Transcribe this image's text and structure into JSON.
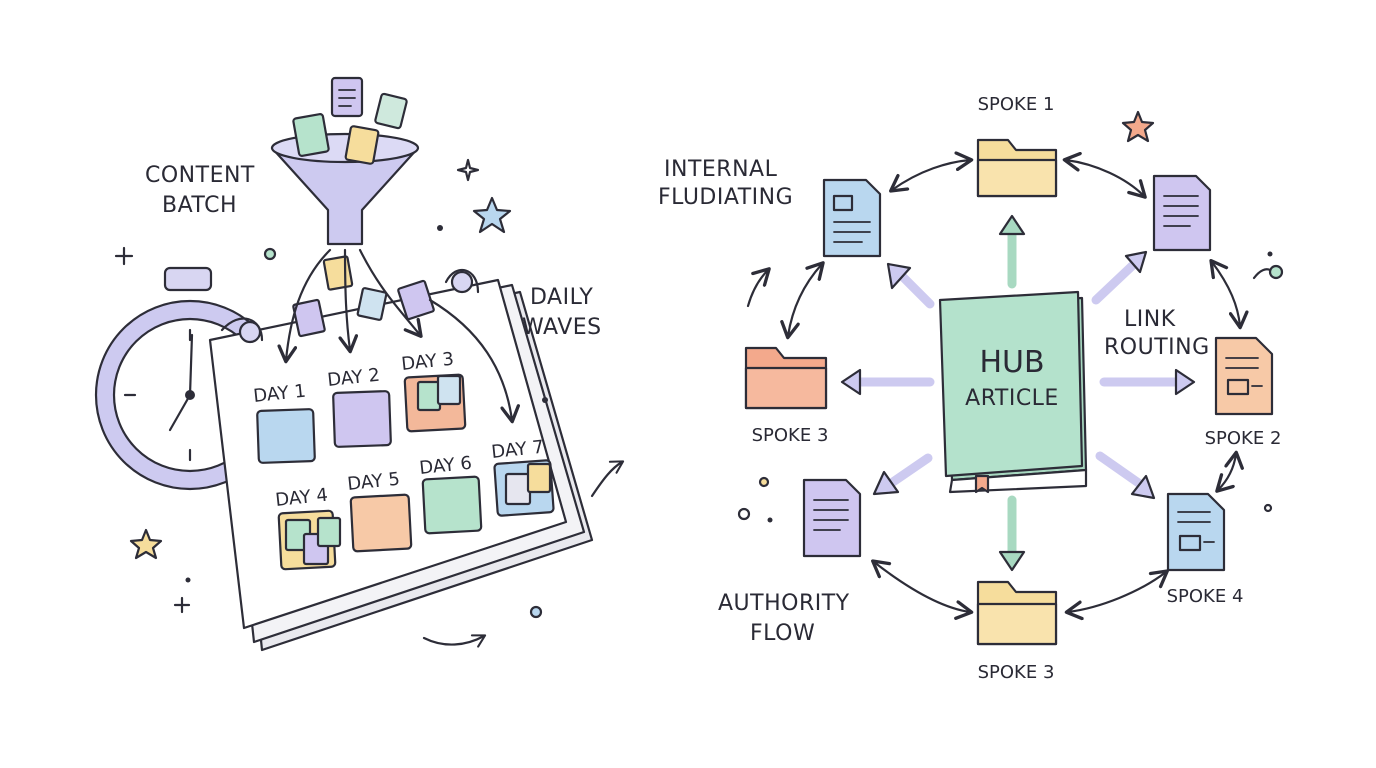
{
  "left": {
    "content_batch": [
      "CONTENT",
      "BATCH"
    ],
    "daily_waves": [
      "DAILY",
      "WAVES"
    ],
    "days": [
      "DAY 1",
      "DAY 2",
      "DAY 3",
      "DAY 4",
      "DAY 5",
      "DAY 6",
      "DAY 7"
    ]
  },
  "right": {
    "hub": [
      "HUB",
      "ARTICLE"
    ],
    "internal": [
      "INTERNAL",
      "FLUDIATING"
    ],
    "link_routing": [
      "LINK",
      "ROUTING"
    ],
    "authority_flow": [
      "AUTHORITY",
      "FLOW"
    ],
    "spokes": {
      "top": "SPOKE 1",
      "right": "SPOKE 2",
      "left": "SPOKE 3",
      "bottom": "SPOKE 3",
      "bottom_right": "SPOKE 4"
    }
  },
  "colors": {
    "lavender": "#c9c6ee",
    "purple": "#cfc6f0",
    "blue": "#b9d7ef",
    "mint": "#b6e3cc",
    "peach": "#f7c9a7",
    "yellow": "#f6dd9c",
    "coral": "#f3a98c",
    "hub_green": "#b4e2cc"
  }
}
